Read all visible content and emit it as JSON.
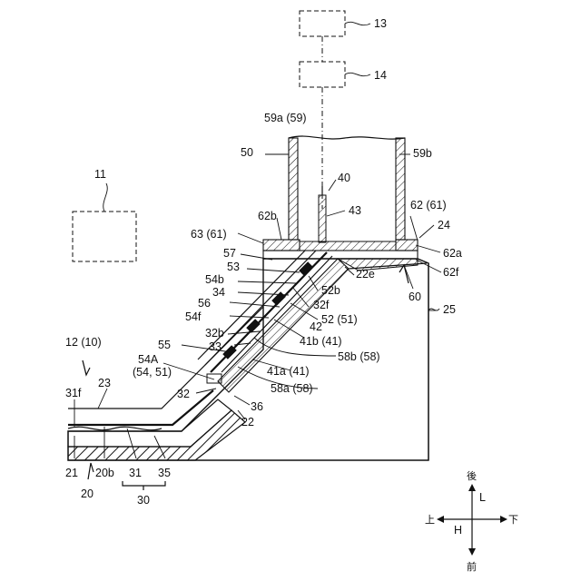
{
  "labels": {
    "l13": "13",
    "l14": "14",
    "l59a": "59a (59)",
    "l59b": "59b",
    "l50": "50",
    "l40": "40",
    "l43": "43",
    "l11": "11",
    "l62_61": "62 (61)",
    "l24": "24",
    "l62b": "62b",
    "l63_61": "63 (61)",
    "l62a": "62a",
    "l57": "57",
    "l22e": "22e",
    "l62f": "62f",
    "l53": "53",
    "l54b": "54b",
    "l34": "34",
    "l52b": "52b",
    "l60": "60",
    "l32f": "32f",
    "l56": "56",
    "l52_51": "52 (51)",
    "l25": "25",
    "l54f": "54f",
    "l42": "42",
    "l32b": "32b",
    "l41b_41": "41b (41)",
    "l12_10": "12 (10)",
    "l55": "55",
    "l33": "33",
    "l58b_58": "58b (58)",
    "l54A": "54A",
    "l54_51": "(54, 51)",
    "l41a_41": "41a (41)",
    "l58a_58": "58a (58)",
    "l23": "23",
    "l31f": "31f",
    "l32": "32",
    "l36": "36",
    "l22": "22",
    "l21": "21",
    "l20b": "20b",
    "l31": "31",
    "l35": "35",
    "l20": "20",
    "l30": "30"
  },
  "compass": {
    "back": "後",
    "front": "前",
    "up": "上",
    "down": "下",
    "axis_L": "L",
    "axis_H": "H"
  }
}
